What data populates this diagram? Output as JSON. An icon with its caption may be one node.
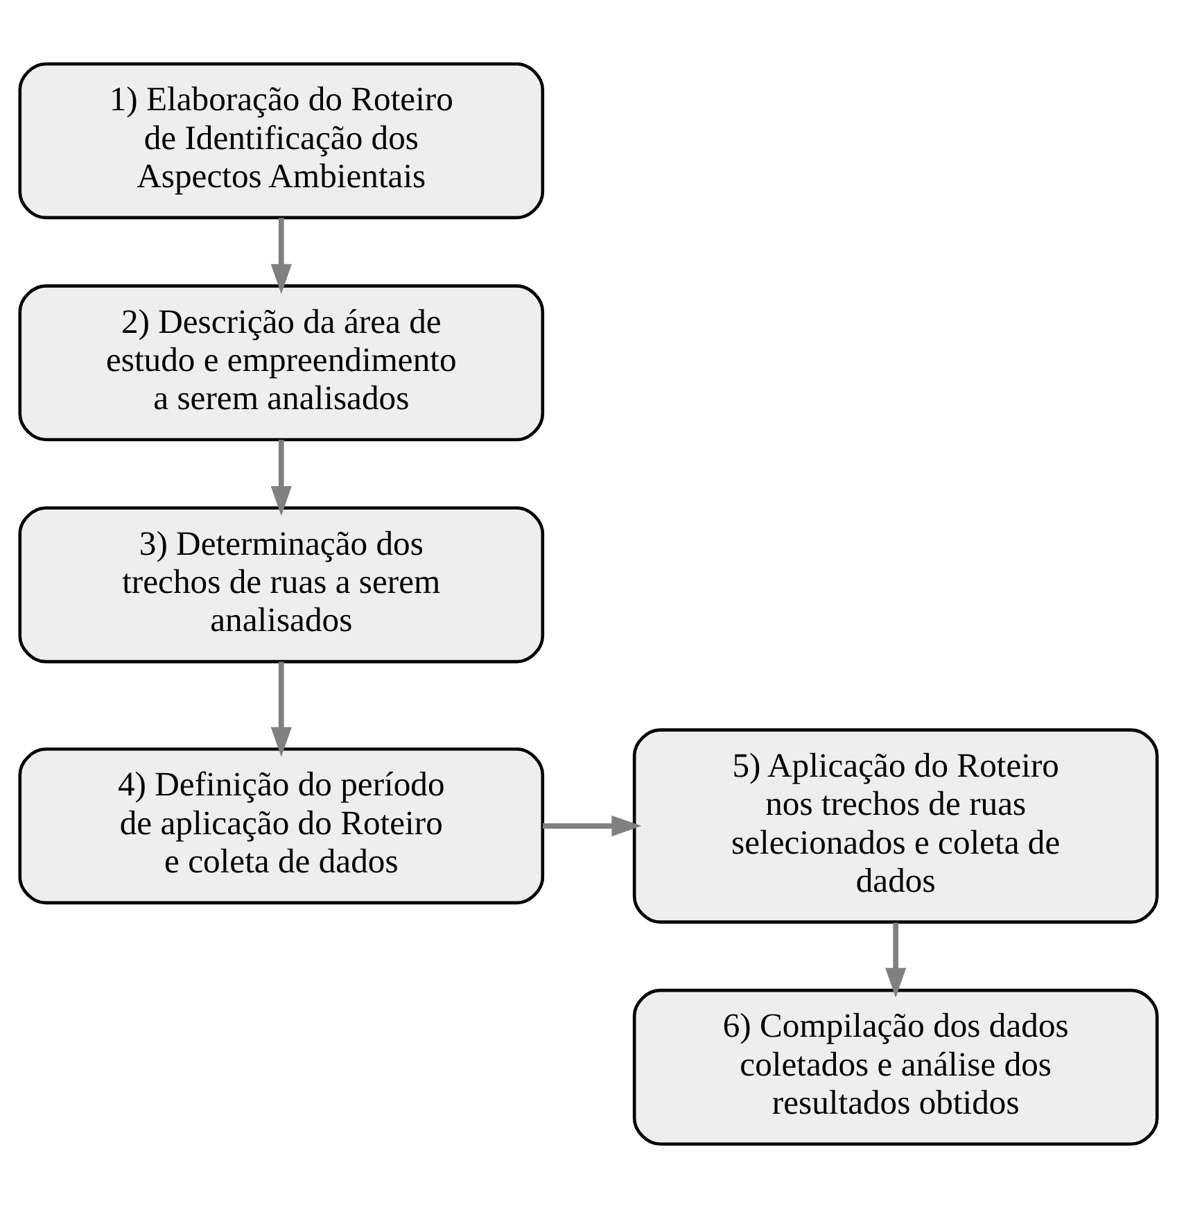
{
  "diagram": {
    "nodes": [
      {
        "text": [
          "1) Elaboração do Roteiro de Identificação dos Aspectos Ambientais"
        ]
      },
      {
        "text": [
          "2) Descrição da área de estudo e empreendimento a serem analisados"
        ]
      },
      {
        "text": [
          "3) Determinação dos trechos de ruas a serem analisados"
        ]
      },
      {
        "text": [
          "4) Definição do período de aplicação do Roteiro e coleta de dados"
        ]
      },
      {
        "text": [
          "5) Aplicação do Roteiro nos trechos de ruas selecionados e coleta de dados"
        ]
      },
      {
        "text": [
          "6) Compilação dos dados coletados e análise dos resultados obtidos"
        ]
      }
    ],
    "edges": [
      {
        "from": 0,
        "to": 1,
        "arrow": "to"
      },
      {
        "from": 1,
        "to": 2,
        "arrow": "to"
      },
      {
        "from": 2,
        "to": 3,
        "arrow": "to"
      },
      {
        "from": 3,
        "to": 4,
        "arrow": "to"
      },
      {
        "from": 4,
        "to": 5,
        "arrow": "to"
      }
    ]
  }
}
